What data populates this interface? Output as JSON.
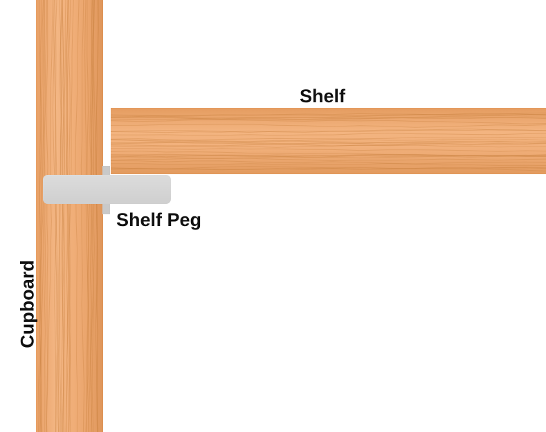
{
  "labels": {
    "shelf": "Shelf",
    "shelf_peg": "Shelf Peg",
    "cupboard": "Cupboard"
  },
  "colors": {
    "wood_light": "#F2B27E",
    "wood_mid": "#E39A5E",
    "wood_dark": "#C97A3E",
    "wood_grain": "#B86A32",
    "peg_fill": "#D6D6D6",
    "peg_stem": "#C8C8C8",
    "text": "#111111",
    "background": "#FFFFFF"
  }
}
